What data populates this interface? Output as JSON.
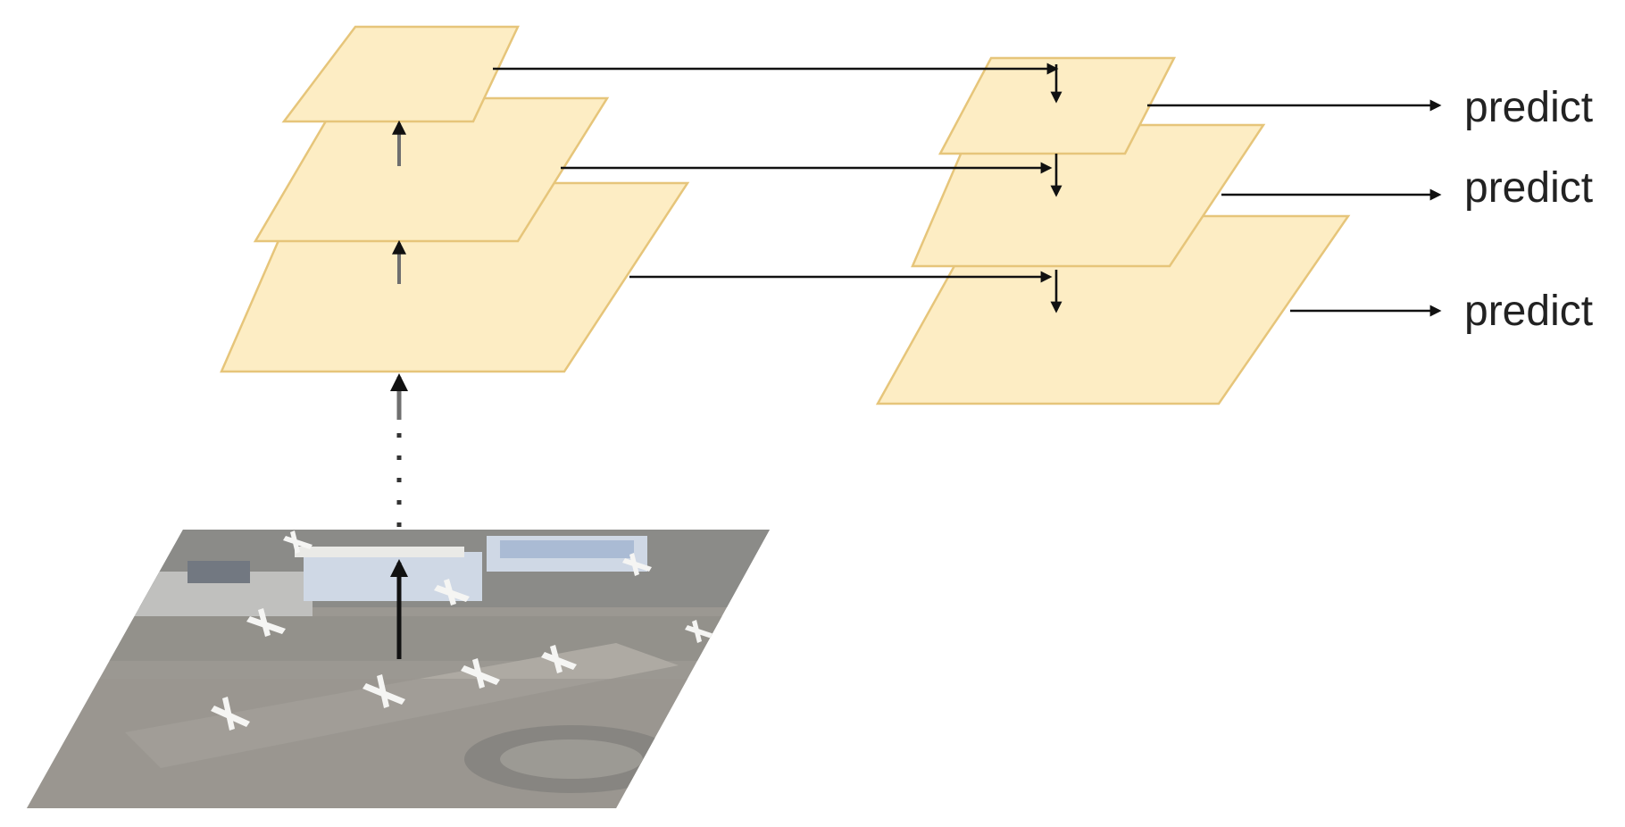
{
  "labels": {
    "predict_top": "predict",
    "predict_middle": "predict",
    "predict_bottom": "predict"
  },
  "colors": {
    "feature_map_fill": "#fdedc4",
    "feature_map_stroke": "#e6c57a",
    "arrow": "#111111",
    "text": "#222222"
  },
  "structure": {
    "bottom_up_levels": 3,
    "top_down_levels": 3,
    "predictions": 3
  }
}
